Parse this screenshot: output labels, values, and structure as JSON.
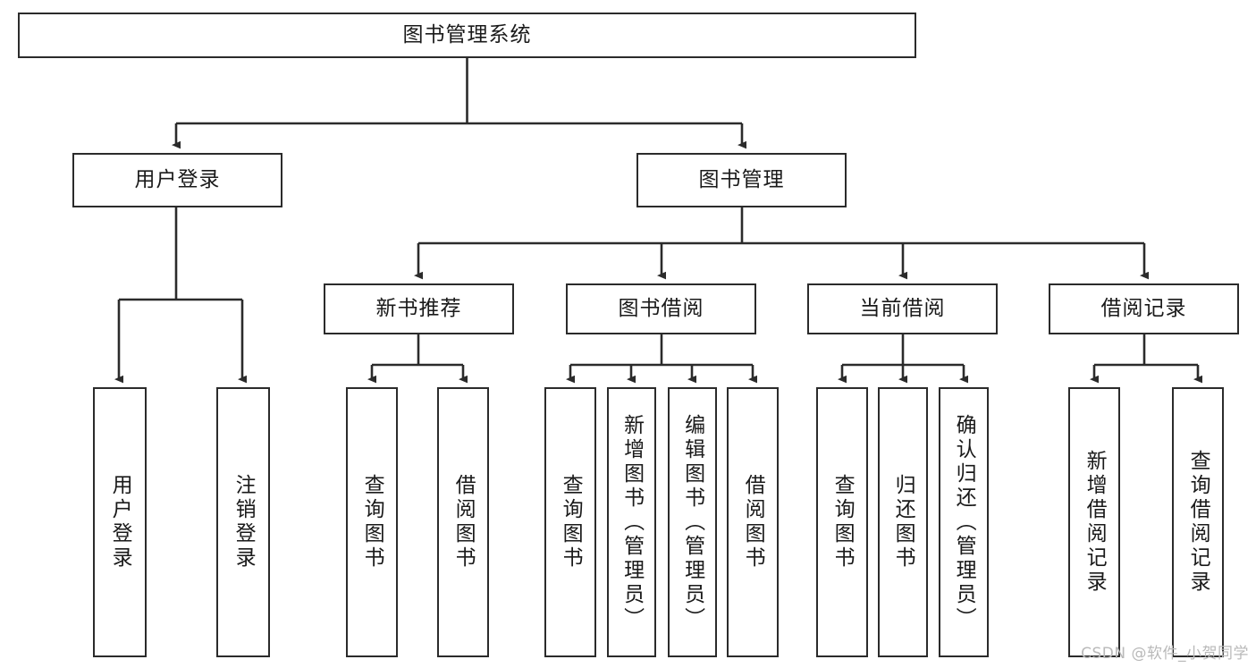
{
  "diagram": {
    "title": "图书管理系统",
    "type": "tree",
    "root": {
      "label": "图书管理系统"
    },
    "level1": [
      {
        "label": "用户登录"
      },
      {
        "label": "图书管理"
      }
    ],
    "level2": [
      {
        "label": "新书推荐"
      },
      {
        "label": "图书借阅"
      },
      {
        "label": "当前借阅"
      },
      {
        "label": "借阅记录"
      }
    ],
    "leaves": {
      "user_login": [
        {
          "label": "用户登录"
        },
        {
          "label": "注销登录"
        }
      ],
      "new_book_recommend": [
        {
          "label": "查询图书"
        },
        {
          "label": "借阅图书"
        }
      ],
      "book_borrow": [
        {
          "label": "查询图书"
        },
        {
          "label": "新增图书（管理员）"
        },
        {
          "label": "编辑图书（管理员）"
        },
        {
          "label": "借阅图书"
        }
      ],
      "current_borrow": [
        {
          "label": "查询图书"
        },
        {
          "label": "归还图书"
        },
        {
          "label": "确认归还（管理员）"
        }
      ],
      "borrow_record": [
        {
          "label": "新增借阅记录"
        },
        {
          "label": "查询借阅记录"
        }
      ]
    }
  },
  "watermark": {
    "text": "CSDN @软件_小贺同学"
  },
  "colors": {
    "box_border": "#2b2b2b",
    "box_fill": "#ffffff",
    "line": "#2b2b2b",
    "text": "#1a1a1a",
    "watermark": "#b9b9b9"
  }
}
